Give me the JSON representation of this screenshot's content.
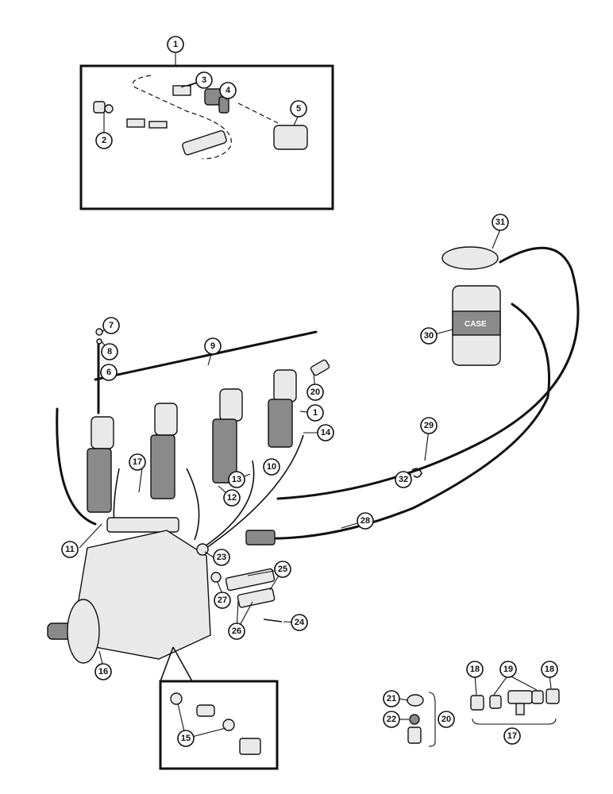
{
  "callouts": {
    "c1_top": "1",
    "c2": "2",
    "c3": "3",
    "c4": "4",
    "c5": "5",
    "c6": "6",
    "c7": "7",
    "c8": "8",
    "c9": "9",
    "c10": "10",
    "c11": "11",
    "c12": "12",
    "c13": "13",
    "c14": "14",
    "c15": "15",
    "c16": "16",
    "c17_mid": "17",
    "c17_kit": "17",
    "c18_left": "18",
    "c18_right": "18",
    "c19": "19",
    "c20_mid": "20",
    "c20_kit": "20",
    "c21": "21",
    "c22": "22",
    "c23": "23",
    "c24": "24",
    "c25": "25",
    "c26": "26",
    "c27": "27",
    "c28": "28",
    "c29": "29",
    "c30": "30",
    "c31": "31",
    "c32": "32",
    "c1_mid": "1"
  },
  "filter_brand": "CASE"
}
